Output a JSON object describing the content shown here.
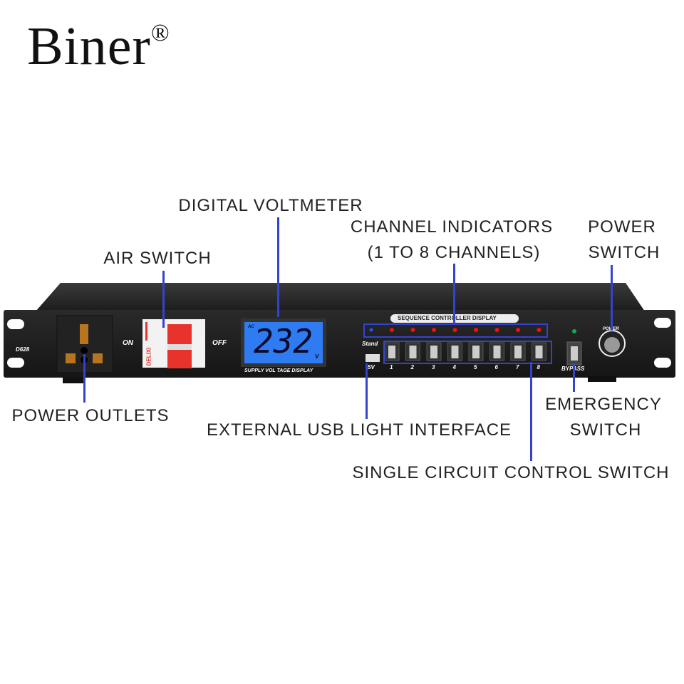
{
  "brand": {
    "name": "Biner",
    "mark": "®"
  },
  "device": {
    "model": "D628",
    "air_switch": {
      "on_label": "ON",
      "off_label": "OFF",
      "maker": "DELIXI"
    },
    "voltmeter": {
      "ac_label": "AC",
      "reading": "232",
      "unit": "V",
      "caption": "SUPPLY VOL TAGE DISPLAY"
    },
    "sequence_title": "SEQUENCE CONTROLLER DISPLAY",
    "usb": {
      "top_label": "Stand",
      "bottom_label": "5V"
    },
    "channels": [
      "1",
      "2",
      "3",
      "4",
      "5",
      "6",
      "7",
      "8"
    ],
    "bypass_label": "BYPASS",
    "power_label": "POWER",
    "colors": {
      "standby_led": "#2255ff",
      "channel_led": "#ee1111",
      "bypass_led": "#11aa55",
      "lcd": "#2f7cf2",
      "breaker": "#e8332c"
    }
  },
  "callouts": {
    "digital_voltmeter": "DIGITAL VOLTMETER",
    "channel_indicators_1": "CHANNEL INDICATORS",
    "channel_indicators_2": "(1 TO 8 CHANNELS)",
    "power_switch_1": "POWER",
    "power_switch_2": "SWITCH",
    "air_switch": "AIR SWITCH",
    "power_outlets": "POWER OUTLETS",
    "usb_interface": "EXTERNAL USB LIGHT INTERFACE",
    "emergency_1": "EMERGENCY",
    "emergency_2": "SWITCH",
    "single_circuit": "SINGLE CIRCUIT CONTROL SWITCH",
    "line_color": "#3344cc"
  }
}
